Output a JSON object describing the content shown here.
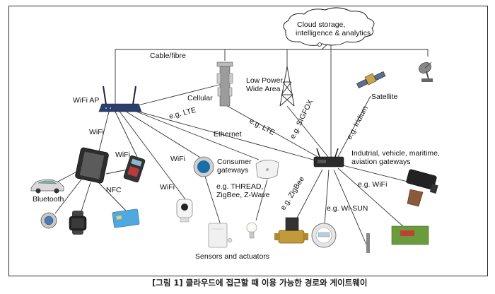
{
  "labels": {
    "cloud": "Cloud storage,",
    "cloud2": "intelligence & analytics",
    "cable": "Cable/fibre",
    "wifi_ap": "WiFi AP",
    "cellular": "Cellular",
    "lpwa1": "Low Power",
    "lpwa2": "Wide Area",
    "satellite": "Satellite",
    "lte1": "e.g. LTE",
    "lte2": "e.g. LTE",
    "ethernet": "Ethernet",
    "sigfox": "e.g. SIGFOX",
    "iridium": "e.g. Iridium",
    "wifi1": "WiFi",
    "wifi2": "WiFi",
    "wifi3": "WiFi",
    "wifi4": "WiFi",
    "nfc": "NFC",
    "bluetooth": "Bluetooth",
    "consumer1": "Consumer",
    "consumer2": "gateways",
    "thread1": "e.g. THREAD,",
    "thread2": "ZigBee, Z-Wave",
    "industrial1": "Indutrial, vehicle, maritime,",
    "industrial2": "aviation gateways",
    "zigbee": "e.g. ZigBee",
    "wisun": "e.g. Wi-SUN",
    "egwifi": "e.g. WiFi",
    "sensors": "Sensors and actuators"
  },
  "caption": "[그림 1] 클라우드에 접근할 때 이용 가능한 경로와 게이트웨이"
}
